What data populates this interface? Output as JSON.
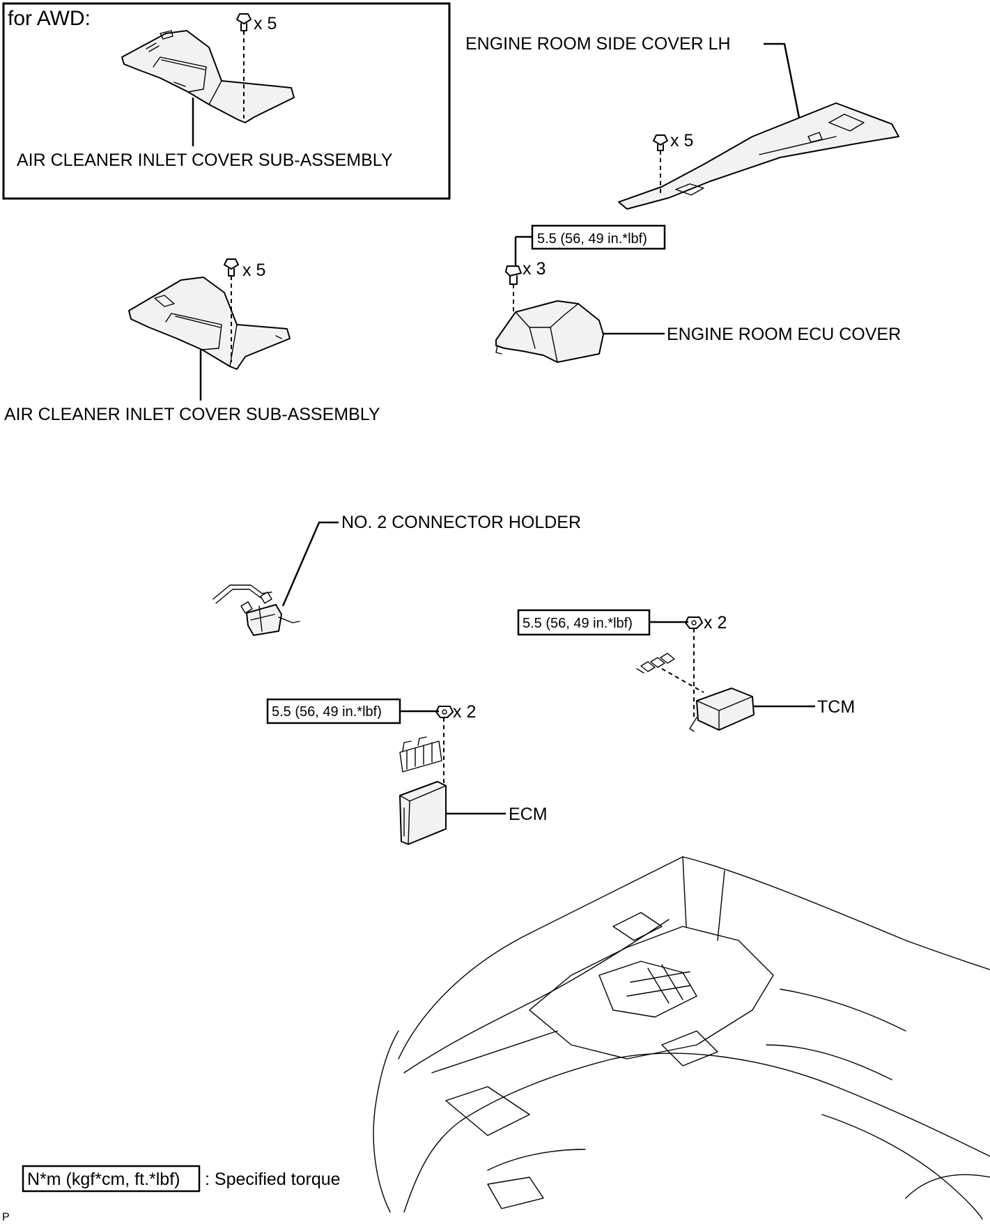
{
  "inset": {
    "title": "for AWD:",
    "qty": "x 5",
    "part_label": "AIR CLEANER INLET COVER SUB-ASSEMBLY"
  },
  "main_air_cleaner": {
    "qty": "x 5",
    "part_label": "AIR CLEANER INLET COVER SUB-ASSEMBLY"
  },
  "engine_side_cover": {
    "part_label": "ENGINE ROOM SIDE COVER LH",
    "qty": "x 5"
  },
  "ecu_cover": {
    "torque": "5.5 (56, 49 in.*lbf)",
    "qty": "x 3",
    "part_label": "ENGINE ROOM ECU COVER"
  },
  "connector_holder": {
    "part_label": "NO. 2 CONNECTOR HOLDER"
  },
  "tcm": {
    "torque": "5.5 (56, 49 in.*lbf)",
    "qty": "x 2",
    "part_label": "TCM"
  },
  "ecm": {
    "torque": "5.5 (56, 49 in.*lbf)",
    "qty": "x 2",
    "part_label": "ECM"
  },
  "legend": {
    "torque_unit": "N*m (kgf*cm, ft.*lbf)",
    "description": ": Specified torque"
  },
  "figure_code": "P"
}
